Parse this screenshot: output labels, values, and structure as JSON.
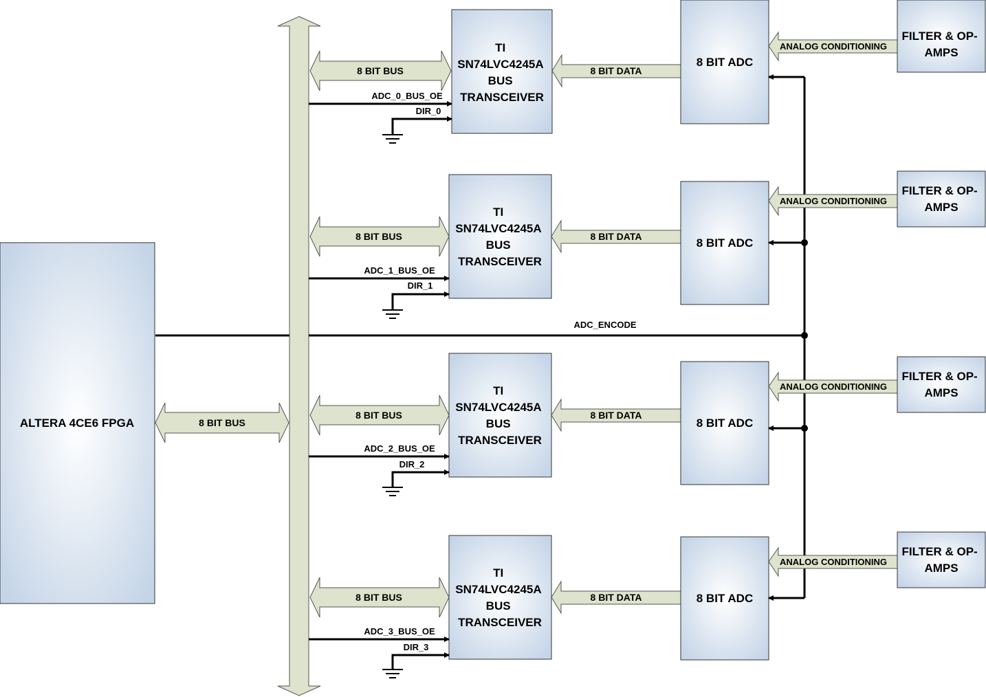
{
  "fpga": {
    "label": "ALTERA 4CE6 FPGA"
  },
  "fpga_bus_label": "8 BIT BUS",
  "encode_label": "ADC_ENCODE",
  "channels": [
    {
      "transceiver": [
        "TI",
        "SN74LVC4245A",
        "BUS",
        "TRANSCEIVER"
      ],
      "bus_label": "8 BIT BUS",
      "data_label": "8 BIT DATA",
      "oe_label": "ADC_0_BUS_OE",
      "dir_label": "DIR_0",
      "adc_label": "8 BIT ADC",
      "analog_label": "ANALOG CONDITIONING",
      "filter": [
        "FILTER & OP-",
        "AMPS"
      ]
    },
    {
      "transceiver": [
        "TI",
        "SN74LVC4245A",
        "BUS",
        "TRANSCEIVER"
      ],
      "bus_label": "8 BIT BUS",
      "data_label": "8 BIT DATA",
      "oe_label": "ADC_1_BUS_OE",
      "dir_label": "DIR_1",
      "adc_label": "8 BIT ADC",
      "analog_label": "ANALOG CONDITIONING",
      "filter": [
        "FILTER & OP-",
        "AMPS"
      ]
    },
    {
      "transceiver": [
        "TI",
        "SN74LVC4245A",
        "BUS",
        "TRANSCEIVER"
      ],
      "bus_label": "8 BIT BUS",
      "data_label": "8 BIT DATA",
      "oe_label": "ADC_2_BUS_OE",
      "dir_label": "DIR_2",
      "adc_label": "8 BIT ADC",
      "analog_label": "ANALOG CONDITIONING",
      "filter": [
        "FILTER & OP-",
        "AMPS"
      ]
    },
    {
      "transceiver": [
        "TI",
        "SN74LVC4245A",
        "BUS",
        "TRANSCEIVER"
      ],
      "bus_label": "8 BIT BUS",
      "data_label": "8 BIT DATA",
      "oe_label": "ADC_3_BUS_OE",
      "dir_label": "DIR_3",
      "adc_label": "8 BIT ADC",
      "analog_label": "ANALOG CONDITIONING",
      "filter": [
        "FILTER & OP-",
        "AMPS"
      ]
    }
  ]
}
